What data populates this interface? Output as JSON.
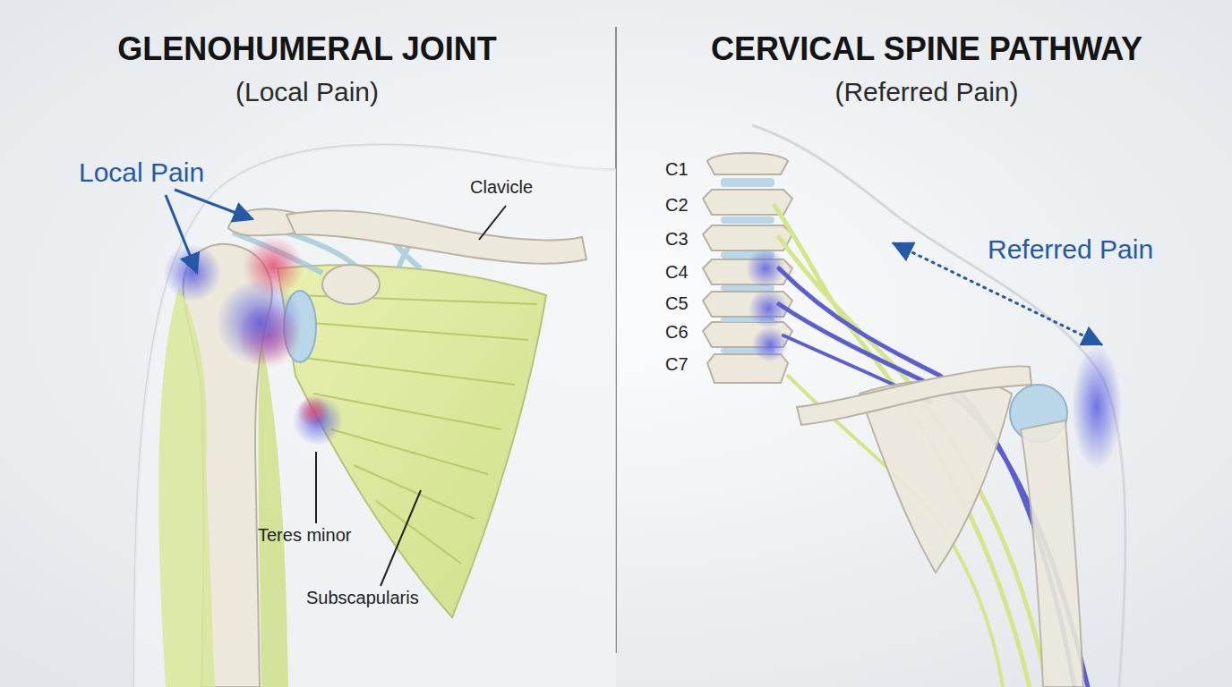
{
  "diagram": {
    "labels": [
      "GLENOHUMERAL JOINT",
      "(Local Pain)",
      "CERVICAL SPINE PATHWAY",
      "(Referred Pain)",
      "Local Pain",
      "Clavicle",
      "Teres minor",
      "Subscapularis",
      "C1",
      "C2",
      "C3",
      "C4",
      "C5",
      "C6",
      "C7",
      "Referred Pain"
    ]
  }
}
